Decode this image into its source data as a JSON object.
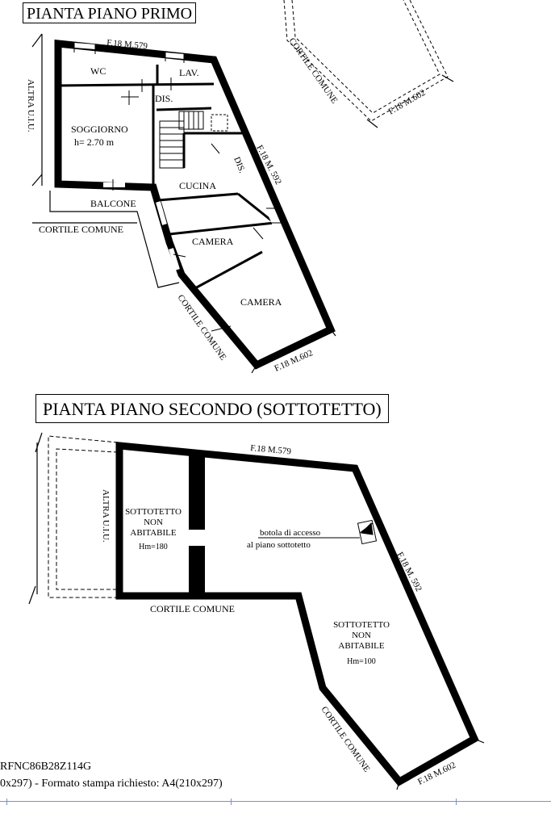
{
  "titles": {
    "first_floor": "PIANTA PIANO PRIMO",
    "second_floor": "PIANTA PIANO SECONDO (SOTTOTETTO)"
  },
  "first_floor": {
    "ref_top": "F.18 M.579",
    "ref_right": "F.18 M. 592",
    "ref_bottom": "F.18 M.602",
    "ref_top_right": "F.18 M.602",
    "other_unit": "ALTRA U.I.U.",
    "rooms": {
      "wc": "WC",
      "lav": "LAV.",
      "dis1": "DIS.",
      "dis2": "DIS.",
      "soggiorno": "SOGGIORNO",
      "height": "h= 2.70 m",
      "cucina": "CUCINA",
      "camera1": "CAMERA",
      "camera2": "CAMERA",
      "balcone": "BALCONE"
    },
    "cortile_left": "CORTILE COMUNE",
    "cortile_diag": "CORTILE COMUNE",
    "cortile_top_right": "CORTILE COMUNE"
  },
  "second_floor": {
    "ref_top": "F.18 M.579",
    "ref_right": "F.18 M. 592",
    "ref_bottom": "F.18 M.602",
    "other_unit": "ALTRA U.I.U.",
    "left_room": [
      "SOTTOTETTO",
      "NON",
      "ABITABILE",
      "Hm=180"
    ],
    "right_room": [
      "SOTTOTETTO",
      "NON",
      "ABITABILE",
      "Hm=100"
    ],
    "hatch": [
      "botola di accesso",
      "al piano sottotetto"
    ],
    "cortile_bottom": "CORTILE COMUNE",
    "cortile_diag": "CORTILE COMUNE"
  },
  "footer": {
    "line1": "RFNC86B28Z114G",
    "line2": "0x297)  - Formato stampa richiesto: A4(210x297)"
  }
}
